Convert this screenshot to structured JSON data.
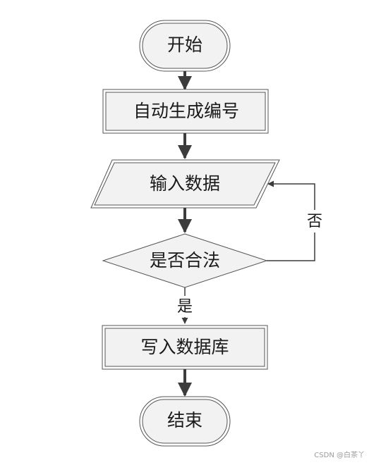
{
  "diagram": {
    "nodes": {
      "start": "开始",
      "auto_number": "自动生成编号",
      "input_data": "输入数据",
      "is_valid": "是否合法",
      "write_db": "写入数据库",
      "end": "结束"
    },
    "edge_labels": {
      "no": "否",
      "yes": "是"
    }
  },
  "watermark": "CSDN @白茶丫",
  "colors": {
    "shape_fill": "#f2f2f2",
    "shape_stroke": "#555555",
    "arrow": "#3c3c3c",
    "text": "#1a1a1a"
  }
}
